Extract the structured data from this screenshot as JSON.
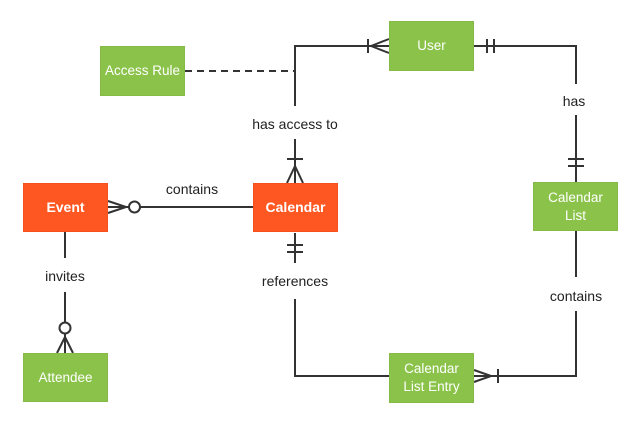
{
  "diagram_type": "entity-relationship",
  "colors": {
    "green_entity": "#8BC34A",
    "orange_entity": "#FF5722",
    "connector": "#333333",
    "label_text": "#212121",
    "entity_text": "#FFFFFF",
    "background": "#FFFFFF"
  },
  "entities": [
    {
      "id": "access-rule",
      "label": "Access Rule",
      "color": "green"
    },
    {
      "id": "user",
      "label": "User",
      "color": "green"
    },
    {
      "id": "event",
      "label": "Event",
      "color": "orange"
    },
    {
      "id": "calendar",
      "label": "Calendar",
      "color": "orange"
    },
    {
      "id": "calendar-list",
      "label": "Calendar List",
      "color": "green"
    },
    {
      "id": "attendee",
      "label": "Attendee",
      "color": "green"
    },
    {
      "id": "calendar-list-entry",
      "label": "Calendar List Entry",
      "color": "green"
    }
  ],
  "relationships": [
    {
      "label": "contains",
      "from": "Event",
      "to": "Calendar",
      "from_cardinality": "zero-or-many",
      "style": "solid"
    },
    {
      "label": "has access to",
      "from": "Calendar",
      "to": "User",
      "from_cardinality": "one-or-many",
      "to_cardinality": "one-or-many",
      "style": "solid"
    },
    {
      "label": "",
      "from": "Access Rule",
      "to": "has access to edge",
      "style": "dashed"
    },
    {
      "label": "has",
      "from": "User",
      "to": "Calendar List",
      "from_cardinality": "one-and-only-one",
      "to_cardinality": "one-and-only-one",
      "style": "solid"
    },
    {
      "label": "contains",
      "from": "Calendar List",
      "to": "Calendar List Entry",
      "to_cardinality": "one-or-many",
      "style": "solid"
    },
    {
      "label": "references",
      "from": "Calendar",
      "to": "Calendar List Entry",
      "from_cardinality": "one-and-only-one",
      "style": "solid"
    },
    {
      "label": "invites",
      "from": "Event",
      "to": "Attendee",
      "to_cardinality": "zero-or-many",
      "style": "solid"
    }
  ]
}
